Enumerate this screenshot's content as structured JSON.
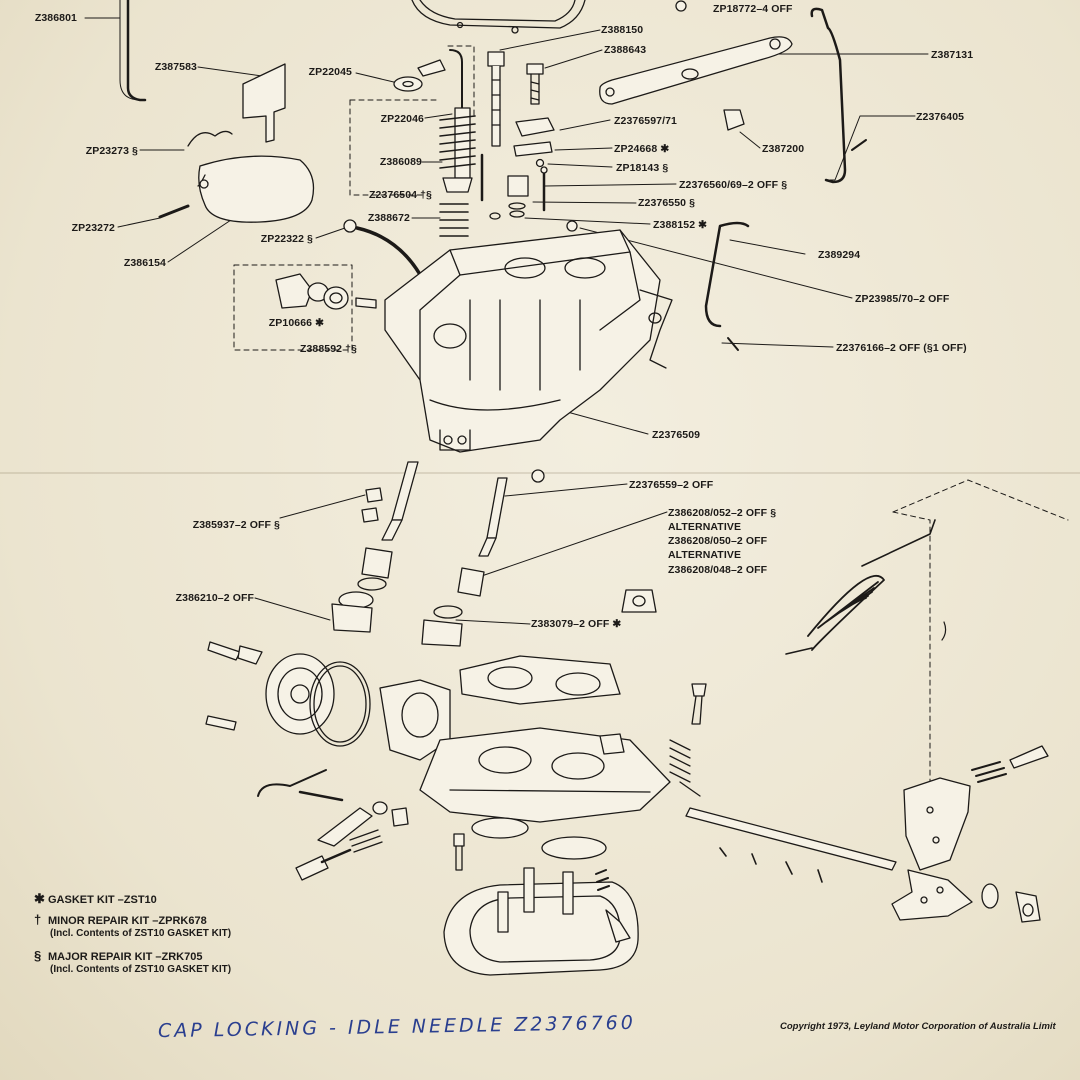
{
  "labels": {
    "z386801": "Z386801",
    "zp18772": "ZP18772–4 OFF",
    "z388150": "Z388150",
    "z388643": "Z388643",
    "z387131": "Z387131",
    "z387583": "Z387583",
    "zp22045": "ZP22045",
    "zp22046": "ZP22046",
    "z2376597": "Z2376597/71",
    "z2376405": "Z2376405",
    "zp23273": "ZP23273 §",
    "zp24668": "ZP24668 ✱",
    "z387200": "Z387200",
    "z386089": "Z386089",
    "zp18143": "ZP18143 §",
    "z2376504": "Z2376504 †§",
    "z2376560": "Z2376560/69–2 OFF §",
    "z2376550": "Z2376550 §",
    "zp23272": "ZP23272",
    "z388672": "Z388672",
    "z388152": "Z388152 ✱",
    "zp22322": "ZP22322 §",
    "z389294": "Z389294",
    "z386154": "Z386154",
    "zp23985": "ZP23985/70–2 OFF",
    "zp10666": "ZP10666 ✱",
    "z2376166": "Z2376166–2 OFF (§1 OFF)",
    "z388592": "Z388592 †§",
    "z2376509": "Z2376509",
    "z2376559": "Z2376559–2 OFF",
    "z385937": "Z385937–2 OFF §",
    "z386208_052": "Z386208/052–2 OFF §",
    "alternative_1": "ALTERNATIVE",
    "z386208_050": "Z386208/050–2 OFF",
    "alternative_2": "ALTERNATIVE",
    "z386208_048": "Z386208/048–2 OFF",
    "z386210": "Z386210–2 OFF",
    "z383079": "Z383079–2 OFF ✱"
  },
  "legend": {
    "gasket": {
      "symbol": "✱",
      "text": "GASKET KIT        –ZST10"
    },
    "minor": {
      "symbol": "†",
      "text": "MINOR REPAIR KIT –ZPRK678",
      "sub": "(Incl. Contents of ZST10 GASKET KIT)"
    },
    "major": {
      "symbol": "§",
      "text": "MAJOR REPAIR KIT –ZRK705",
      "sub": "(Incl. Contents of ZST10 GASKET KIT)"
    }
  },
  "handwritten_note": "CAP LOCKING  -  IDLE NEEDLE   Z2376760",
  "copyright": "Copyright 1973, Leyland Motor Corporation of Australia Limit",
  "colors": {
    "ink": "#1c1a18",
    "paper": "#ede7d3",
    "pen": "#2a3f8f"
  }
}
